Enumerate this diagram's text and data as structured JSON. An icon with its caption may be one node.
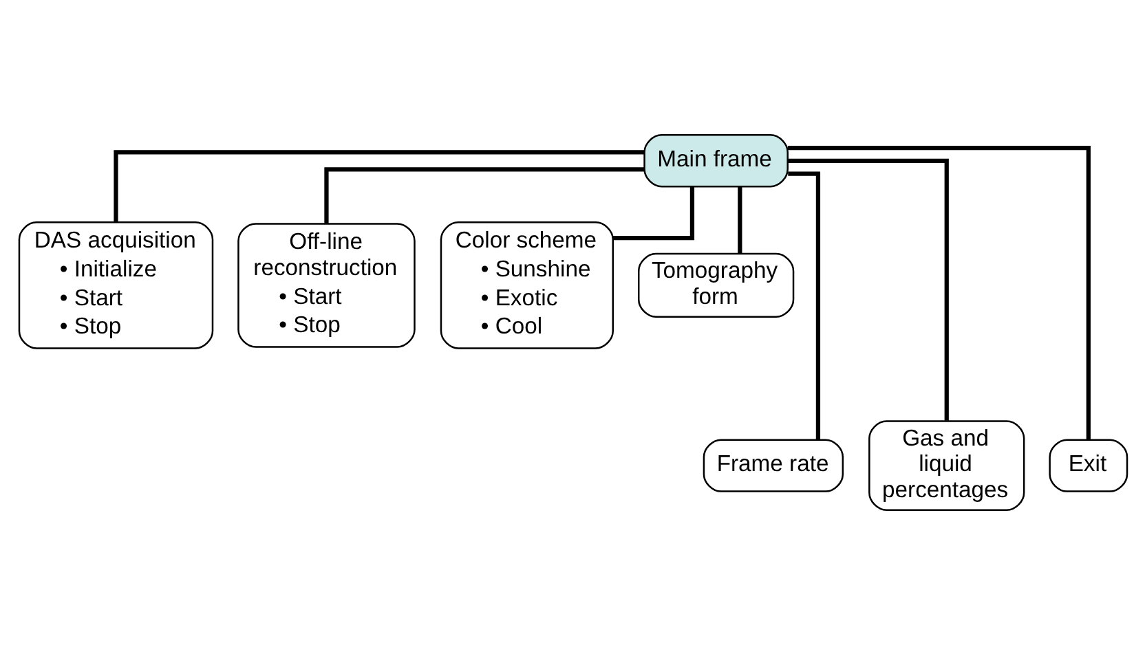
{
  "diagram": {
    "nodes": [
      {
        "text": [
          "Main frame"
        ]
      },
      {
        "text": [
          "DAS acquisition",
          "• Initialize",
          "• Start",
          "• Stop"
        ]
      },
      {
        "text": [
          "Off-line reconstruction",
          "• Start",
          "• Stop"
        ]
      },
      {
        "text": [
          "Color scheme",
          "• Sunshine",
          "• Exotic",
          "• Cool"
        ]
      },
      {
        "text": [
          "Tomography form"
        ]
      },
      {
        "text": [
          "Frame rate"
        ]
      },
      {
        "text": [
          "Gas and liquid percentages"
        ]
      },
      {
        "text": [
          "Exit"
        ]
      }
    ],
    "edges": [
      {
        "from": 0,
        "to": 1,
        "arrow": "none"
      },
      {
        "from": 0,
        "to": 2,
        "arrow": "none"
      },
      {
        "from": 0,
        "to": 3,
        "arrow": "none"
      },
      {
        "from": 0,
        "to": 4,
        "arrow": "none"
      },
      {
        "from": 0,
        "to": 5,
        "arrow": "none"
      },
      {
        "from": 0,
        "to": 6,
        "arrow": "none"
      },
      {
        "from": 0,
        "to": 7,
        "arrow": "none"
      }
    ]
  }
}
